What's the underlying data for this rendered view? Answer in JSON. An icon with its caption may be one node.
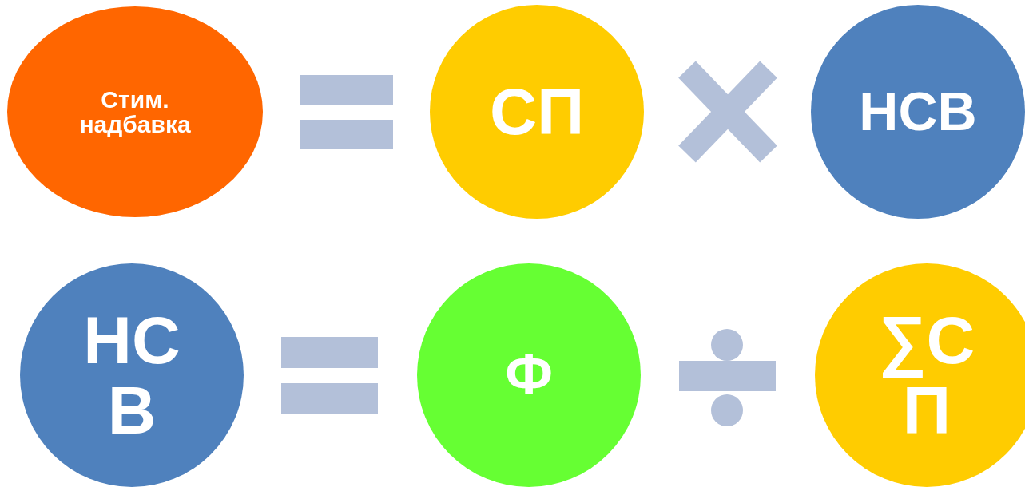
{
  "diagram": {
    "nodes": [
      {
        "text": [
          "Стим. надбавка"
        ]
      },
      {
        "text": [
          "СП"
        ]
      },
      {
        "text": [
          "НСВ"
        ]
      },
      {
        "text": [
          "НСВ"
        ]
      },
      {
        "text": [
          "Ф"
        ]
      },
      {
        "text": [
          "∑СП"
        ]
      }
    ]
  }
}
